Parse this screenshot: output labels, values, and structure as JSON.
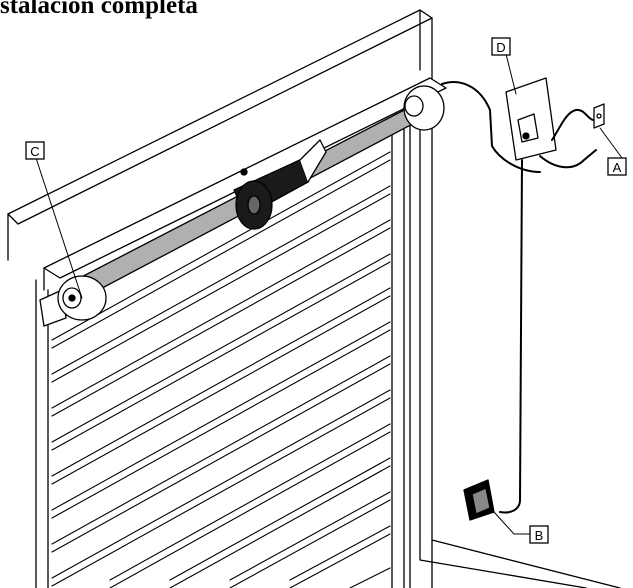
{
  "title": "stalación completa",
  "labels": {
    "a": "A",
    "b": "B",
    "c": "C",
    "d": "D"
  },
  "colors": {
    "line": "#000000",
    "shaft": "#b0b0b0",
    "motor": "#1a1a1a",
    "fill": "#ffffff"
  }
}
